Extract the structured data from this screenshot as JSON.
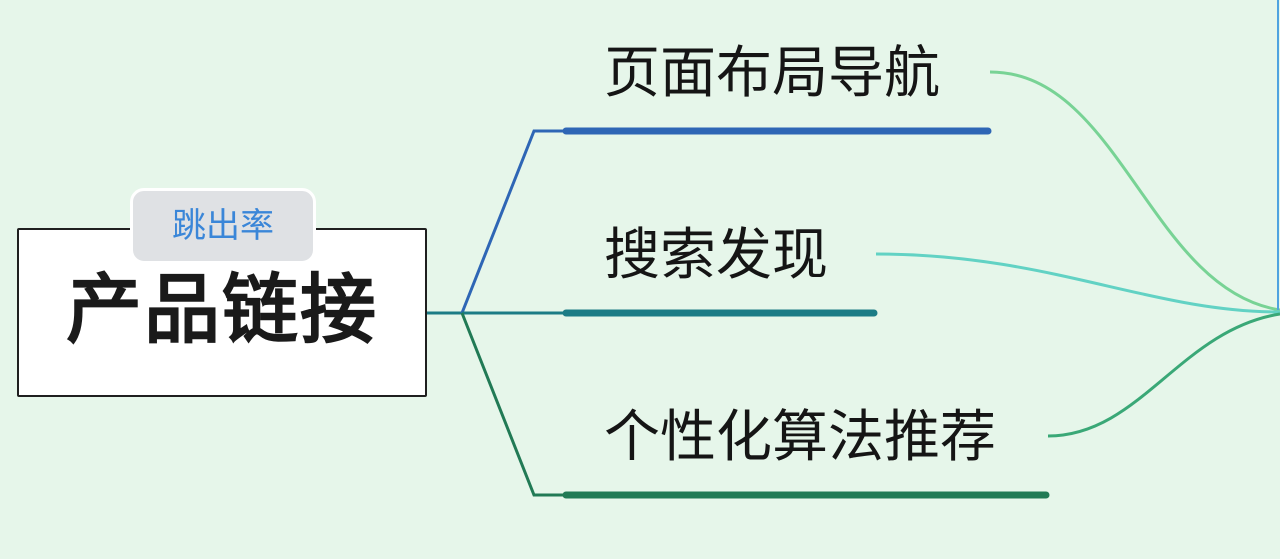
{
  "root": {
    "title": "产品链接",
    "tag": "跳出率"
  },
  "branches": [
    {
      "label": "页面布局导航",
      "color": "#2e66b5"
    },
    {
      "label": "搜索发现",
      "color": "#1c7c86"
    },
    {
      "label": "个性化算法推荐",
      "color": "#217a55"
    }
  ],
  "colors": {
    "background": "#e6f6ea",
    "merge_line_1": "#78d395",
    "merge_line_2": "#62d2c4",
    "merge_line_3": "#3aa877",
    "edge_line": "#4fa3e0"
  }
}
